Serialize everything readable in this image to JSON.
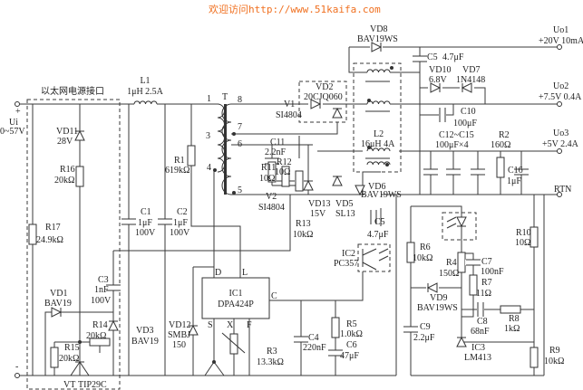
{
  "header": {
    "text": "欢迎访问http://www.51kaifa.com",
    "color": "#f07020"
  },
  "input": {
    "name": "Ui",
    "plus": "+",
    "minus": "-",
    "range": "0~57V",
    "box_title": "以太网电源接口"
  },
  "outputs": [
    {
      "name": "Uo1",
      "value": "+20V 10mA"
    },
    {
      "name": "Uo2",
      "value": "+7.5V 0.4A"
    },
    {
      "name": "Uo3",
      "value": "+5V 2.4A"
    },
    {
      "name": "RTN",
      "value": ""
    }
  ],
  "components": {
    "L1": {
      "ref": "L1",
      "value": "1μH 2.5A"
    },
    "T": {
      "ref": "T",
      "pins": [
        "1",
        "3",
        "4",
        "8",
        "7",
        "6",
        "5"
      ]
    },
    "VD11": {
      "ref": "VD11",
      "value": "28V"
    },
    "R16": {
      "ref": "R16",
      "value": "20kΩ"
    },
    "R17": {
      "ref": "R17",
      "value": "24.9kΩ"
    },
    "C1": {
      "ref": "C1",
      "value": "1μF",
      "rating": "100V"
    },
    "C2": {
      "ref": "C2",
      "value": "1μF",
      "rating": "100V"
    },
    "R1": {
      "ref": "R1",
      "value": "619kΩ"
    },
    "C3": {
      "ref": "C3",
      "value": "1nF",
      "rating": "100V"
    },
    "VD1": {
      "ref": "VD1",
      "value": "BAV19"
    },
    "R14": {
      "ref": "R14",
      "value": "20kΩ"
    },
    "R15": {
      "ref": "R15",
      "value": "20kΩ"
    },
    "VT": {
      "ref": "VT",
      "value": "TIP29C"
    },
    "VD3": {
      "ref": "VD3",
      "value": "BAV19"
    },
    "VD12": {
      "ref": "VD12",
      "value": "SMBJ",
      "value2": "150"
    },
    "IC1": {
      "ref": "IC1",
      "value": "DPA424P",
      "pins": [
        "D",
        "L",
        "C",
        "S",
        "X",
        "F"
      ]
    },
    "R3": {
      "ref": "R3",
      "value": "13.3kΩ"
    },
    "C4": {
      "ref": "C4",
      "value": "220nF"
    },
    "R5": {
      "ref": "R5",
      "value": "1.0kΩ"
    },
    "C6": {
      "ref": "C6",
      "value": "47μF"
    },
    "VD2": {
      "ref": "VD2",
      "value": "20CJQ060"
    },
    "V1": {
      "ref": "V1",
      "value": "SI4804"
    },
    "V2": {
      "ref": "V2",
      "value": "SI4804"
    },
    "C11": {
      "ref": "C11",
      "value": "2.2nF"
    },
    "R11": {
      "ref": "R11",
      "value": "10Ω"
    },
    "R12": {
      "ref": "R12",
      "value": "10Ω"
    },
    "VD13": {
      "ref": "VD13",
      "value": "15V"
    },
    "R13": {
      "ref": "R13",
      "value": "10kΩ"
    },
    "VD5": {
      "ref": "VD5",
      "value": "SL13"
    },
    "VD8": {
      "ref": "VD8",
      "value": "BAV19WS"
    },
    "C5": {
      "ref": "C5",
      "value": "4.7μF"
    },
    "VD10": {
      "ref": "VD10",
      "value": "6.8V"
    },
    "VD7": {
      "ref": "VD7",
      "value": "1N4148"
    },
    "C10": {
      "ref": "C10",
      "value": "100μF"
    },
    "L2": {
      "ref": "L2",
      "value": "16μH 4A"
    },
    "VD6": {
      "ref": "VD6",
      "value": "BAV19WS"
    },
    "C9b": {
      "ref": "C5",
      "value": "4.7μF"
    },
    "C12": {
      "ref": "C12~C15",
      "value": "100μF×4"
    },
    "R2": {
      "ref": "R2",
      "value": "160Ω"
    },
    "C16": {
      "ref": "C16",
      "value": "1μF"
    },
    "IC2": {
      "ref": "IC2",
      "value": "PC357"
    },
    "R6": {
      "ref": "R6",
      "value": "10kΩ"
    },
    "R4": {
      "ref": "R4",
      "value": "150Ω"
    },
    "C7": {
      "ref": "C7",
      "value": "100nF"
    },
    "R7": {
      "ref": "R7",
      "value": "11Ω"
    },
    "VD9": {
      "ref": "VD9",
      "value": "BAV19WS"
    },
    "C8": {
      "ref": "C8",
      "value": "68nF"
    },
    "R8": {
      "ref": "R8",
      "value": "1kΩ"
    },
    "C9": {
      "ref": "C9",
      "value": "2.2μF"
    },
    "IC3": {
      "ref": "IC3",
      "value": "LM413"
    },
    "R10": {
      "ref": "R10",
      "value": "10Ω"
    },
    "R9": {
      "ref": "R9",
      "value": "10kΩ"
    }
  }
}
